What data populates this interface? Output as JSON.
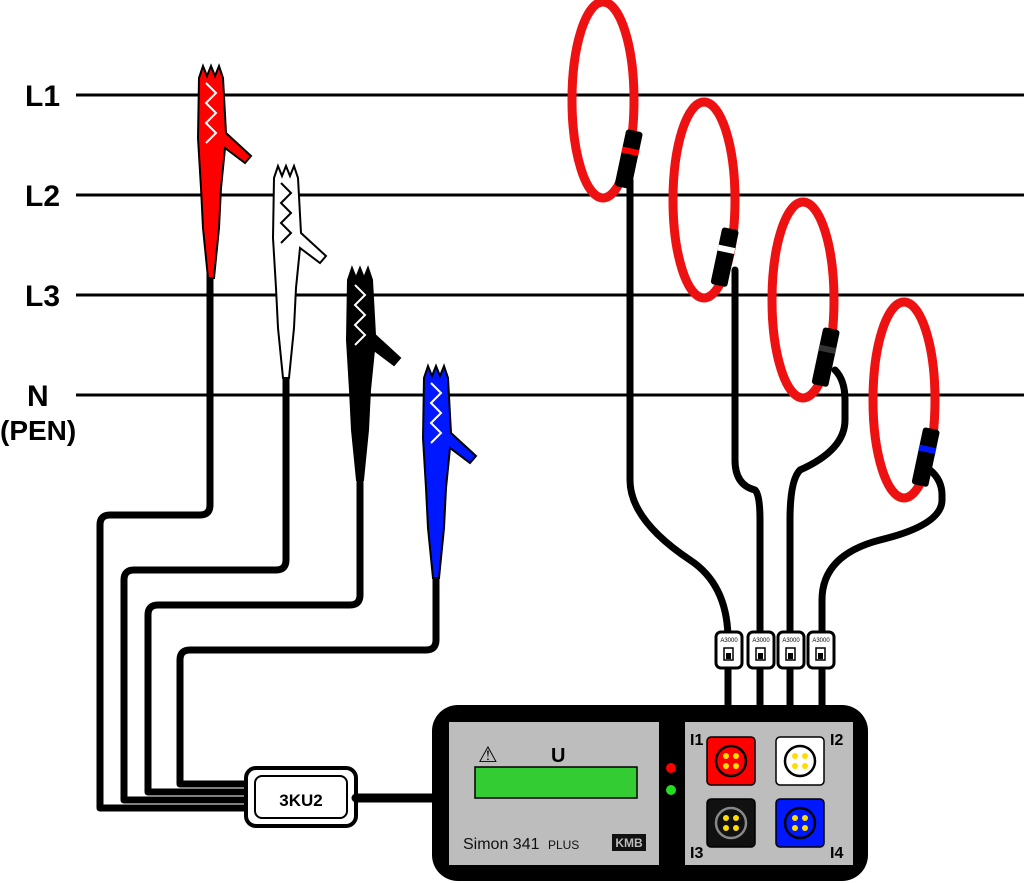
{
  "lines": [
    {
      "label": "L1"
    },
    {
      "label": "L2"
    },
    {
      "label": "L3"
    },
    {
      "label": "N",
      "sublabel": "(PEN)"
    }
  ],
  "clips": [
    {
      "name": "red",
      "color": "#ff0000"
    },
    {
      "name": "white",
      "color": "#ffffff"
    },
    {
      "name": "black",
      "color": "#000000"
    },
    {
      "name": "blue",
      "color": "#0018ff"
    }
  ],
  "coil_color": "#ee1111",
  "adapter": {
    "label": "3KU2"
  },
  "sensor_tags": [
    "A3000",
    "A3000",
    "A3000",
    "A3000"
  ],
  "device": {
    "voltage_label": "U",
    "warning_symbol": "⚠",
    "model": "Simon 341",
    "model_suffix": "PLUS",
    "brand": "KMB",
    "display_color": "#33cc33",
    "led_colors": [
      "#ff0000",
      "#22dd22"
    ],
    "ports": [
      {
        "label": "I1",
        "color": "#ff0000"
      },
      {
        "label": "I2",
        "color": "#ffffff"
      },
      {
        "label": "I3",
        "color": "#111111"
      },
      {
        "label": "I4",
        "color": "#0018ff"
      }
    ]
  }
}
